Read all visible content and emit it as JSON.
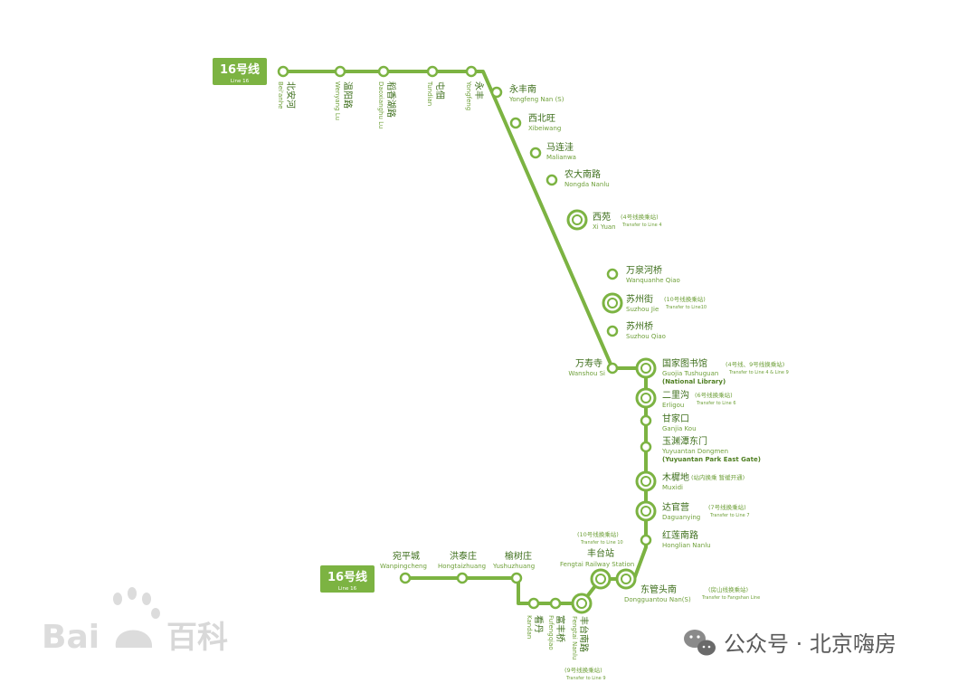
{
  "line": {
    "name": "16号线",
    "name_en": "Line 16",
    "color": "#7cb342"
  },
  "stations": {
    "beianhe": {
      "cn": "北安河",
      "en": "Bei'anhe"
    },
    "wenyanglu": {
      "cn": "温阳路",
      "en": "Wenyang Lu"
    },
    "daoxianghu": {
      "cn": "稻香湖路",
      "en": "Daoxianghu Lu"
    },
    "tundian": {
      "cn": "屯佃",
      "en": "Tundian"
    },
    "yongfeng": {
      "cn": "永丰",
      "en": "Yongfeng"
    },
    "yongfengnan": {
      "cn": "永丰南",
      "en": "Yongfeng Nan (S)"
    },
    "xibeiwang": {
      "cn": "西北旺",
      "en": "Xibeiwang"
    },
    "malianwa": {
      "cn": "马连洼",
      "en": "Malianwa"
    },
    "nongda": {
      "cn": "农大南路",
      "en": "Nongda Nanlu"
    },
    "xiyuan": {
      "cn": "西苑",
      "en": "Xi Yuan",
      "x_cn": "(4号线换乘站)",
      "x_en": "Transfer to Line 4"
    },
    "wanquanhe": {
      "cn": "万泉河桥",
      "en": "Wanquanhe Qiao"
    },
    "suzhoujie": {
      "cn": "苏州街",
      "en": "Suzhou Jie",
      "x_cn": "(10号线换乘站)",
      "x_en": "Transfer to Line10"
    },
    "suzhouqiao": {
      "cn": "苏州桥",
      "en": "Suzhou Qiao"
    },
    "wanshousi": {
      "cn": "万寿寺",
      "en": "Wanshou Si"
    },
    "guojia": {
      "cn": "国家图书馆",
      "en": "Guojia Tushuguan",
      "en2": "(National Library)",
      "x_cn": "(4号线、9号线换乘站)",
      "x_en": "Transfer to Line 4 & Line 9"
    },
    "erligou": {
      "cn": "二里沟",
      "en": "Erligou",
      "x_cn": "(6号线换乘站)",
      "x_en": "Transfer to Line 6"
    },
    "ganjiakou": {
      "cn": "甘家口",
      "en": "Ganjia Kou"
    },
    "yuyuantan": {
      "cn": "玉渊潭东门",
      "en": "Yuyuantan Dongmen",
      "en2": "(Yuyuantan Park East Gate)"
    },
    "muxidi": {
      "cn": "木樨地",
      "en": "Muxidi",
      "x_cn": "(站内换乘 暂缓开通)"
    },
    "daguanying": {
      "cn": "达官营",
      "en": "Daguanying",
      "x_cn": "(7号线换乘站)",
      "x_en": "Transfer to Line 7"
    },
    "honglian": {
      "cn": "红莲南路",
      "en": "Honglian Nanlu"
    },
    "fengtaizhan": {
      "cn": "丰台站",
      "en": "Fengtai Railway Station",
      "x_cn": "(10号线换乘站)",
      "x_en": "Transfer to Line 10"
    },
    "dongguantou": {
      "cn": "东管头南",
      "en": "Dongguantou Nan(S)",
      "x_cn": "(房山线换乘站)",
      "x_en": "Transfer to Fangshan Line"
    },
    "fengtainanlu": {
      "cn": "丰台南路",
      "en": "Fengtai Nanlu",
      "x_cn": "(9号线换乘站)",
      "x_en": "Transfer to Line 9"
    },
    "fufengqiao": {
      "cn": "富丰桥",
      "en": "Fufengqiao"
    },
    "kandan": {
      "cn": "看丹",
      "en": "Kandan"
    },
    "yushuzhuang": {
      "cn": "榆树庄",
      "en": "Yushuzhuang"
    },
    "hongtaizhuang": {
      "cn": "洪泰庄",
      "en": "Hongtaizhuang"
    },
    "wanpingcheng": {
      "cn": "宛平城",
      "en": "Wanpingcheng"
    }
  },
  "watermarks": {
    "baidu": "百科",
    "wechat": "公众号 · 北京嗨房"
  }
}
